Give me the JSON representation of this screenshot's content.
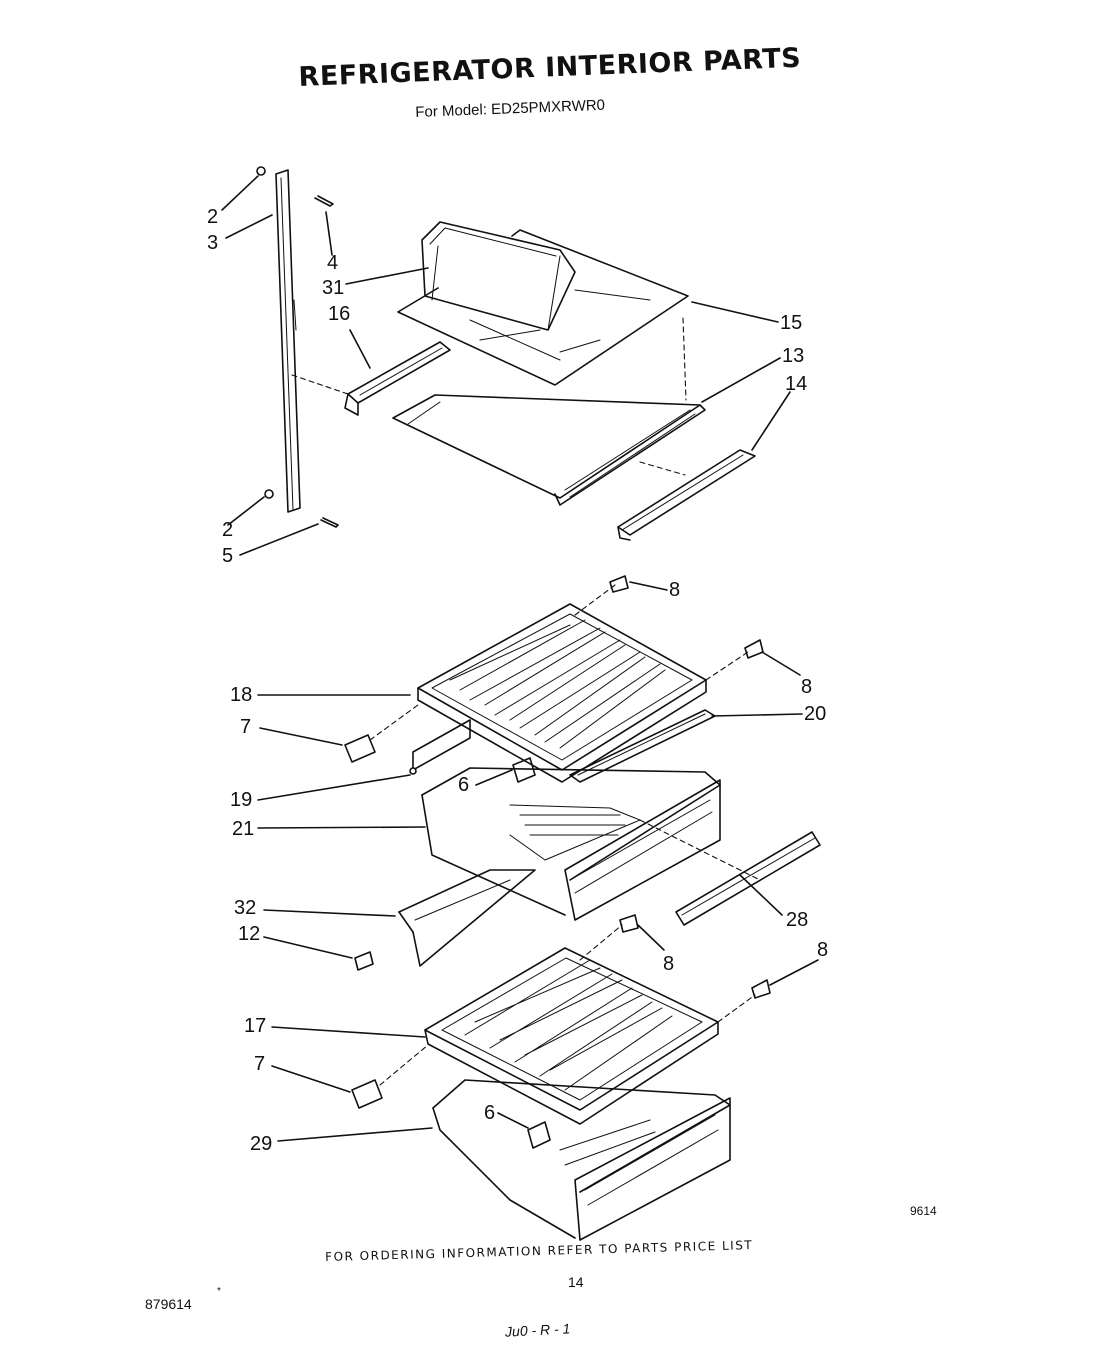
{
  "header": {
    "title": "REFRIGERATOR INTERIOR PARTS",
    "model_line": "For Model: ED25PMXRWR0"
  },
  "callouts": {
    "c2a": "2",
    "c3": "3",
    "c4": "4",
    "c31": "31",
    "c16": "16",
    "c15": "15",
    "c13": "13",
    "c14": "14",
    "c2b": "2",
    "c5": "5",
    "c8a": "8",
    "c8b": "8",
    "c18": "18",
    "c20": "20",
    "c7a": "7",
    "c6a": "6",
    "c19": "19",
    "c21": "21",
    "c28": "28",
    "c32": "32",
    "c12": "12",
    "c8c": "8",
    "c8d": "8",
    "c17": "17",
    "c7b": "7",
    "c6b": "6",
    "c29": "29"
  },
  "footer": {
    "figure_code": "9614",
    "ordering_note": "FOR ORDERING INFORMATION REFER TO PARTS PRICE LIST",
    "page_number": "14",
    "part_code": "879614",
    "mark": "*",
    "handwritten": "Ju0 - R - 1"
  }
}
